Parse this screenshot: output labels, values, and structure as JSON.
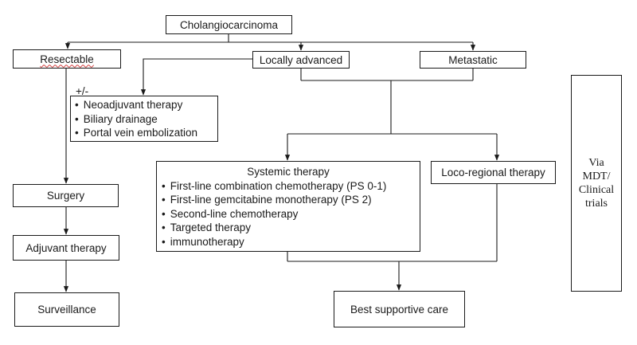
{
  "root": "Cholangiocarcinoma",
  "branches": {
    "resectable": "Resectable",
    "locally_advanced": "Locally advanced",
    "metastatic": "Metastatic"
  },
  "plus_minus": "+/-",
  "preop_options": [
    "Neoadjuvant therapy",
    "Biliary drainage",
    "Portal vein embolization"
  ],
  "surgical_path": {
    "surgery": "Surgery",
    "adjuvant": "Adjuvant therapy",
    "surveillance": "Surveillance"
  },
  "systemic": {
    "title": "Systemic therapy",
    "items": [
      "First-line combination chemotherapy (PS 0-1)",
      "First-line gemcitabine monotherapy (PS 2)",
      "Second-line chemotherapy",
      "Targeted therapy",
      "immunotherapy"
    ]
  },
  "locoregional": "Loco-regional therapy",
  "supportive": "Best supportive care",
  "side_note": [
    "Via",
    "MDT/",
    "Clinical",
    "trials"
  ]
}
